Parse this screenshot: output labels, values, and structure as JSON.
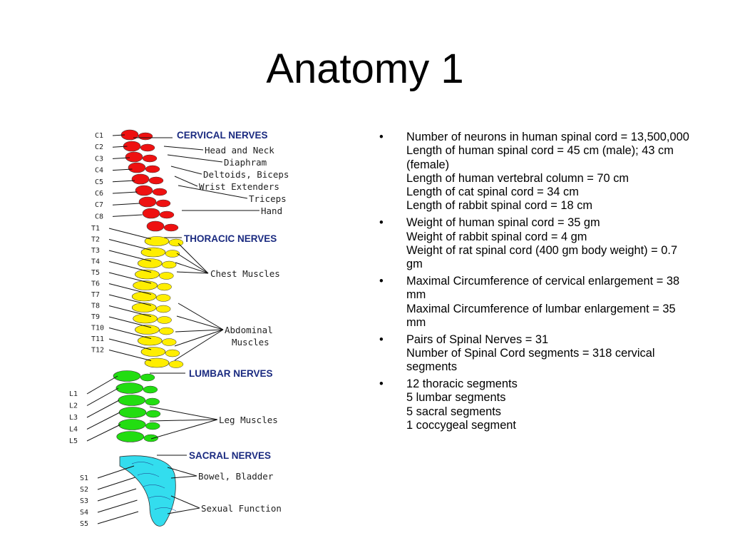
{
  "slide": {
    "title": "Anatomy 1"
  },
  "diagram": {
    "sections": [
      {
        "label": "CERVICAL NERVES",
        "color": "#ee1111"
      },
      {
        "label": "THORACIC NERVES",
        "color": "#ffee00"
      },
      {
        "label": "LUMBAR NERVES",
        "color": "#22dd11"
      },
      {
        "label": "SACRAL NERVES",
        "color": "#33ddee"
      }
    ],
    "cervical_segments": [
      "C1",
      "C2",
      "C3",
      "C4",
      "C5",
      "C6",
      "C7",
      "C8"
    ],
    "thoracic_segments": [
      "T1",
      "T2",
      "T3",
      "T4",
      "T5",
      "T6",
      "T7",
      "T8",
      "T9",
      "T10",
      "T11",
      "T12"
    ],
    "lumbar_segments": [
      "L1",
      "L2",
      "L3",
      "L4",
      "L5"
    ],
    "sacral_segments": [
      "S1",
      "S2",
      "S3",
      "S4",
      "S5"
    ],
    "functions": {
      "head_neck": "Head and Neck",
      "diaphram": "Diaphram",
      "deltoids": "Deltoids, Biceps",
      "wrist": "Wrist Extenders",
      "triceps": "Triceps",
      "hand": "Hand",
      "chest": "Chest Muscles",
      "abdominal_1": "Abdominal",
      "abdominal_2": "Muscles",
      "leg": "Leg Muscles",
      "bowel": "Bowel,  Bladder",
      "sexual": "Sexual Function"
    }
  },
  "bullets": [
    {
      "lines": [
        "Number of neurons in human spinal cord = 13,500,000",
        "Length of human spinal cord = 45 cm (male); 43 cm (female)",
        "Length of human vertebral column = 70 cm",
        "Length of cat spinal cord = 34 cm",
        "Length of rabbit spinal cord = 18 cm"
      ]
    },
    {
      "lines": [
        "Weight of human spinal cord = 35 gm",
        "Weight of rabbit spinal cord = 4 gm",
        "Weight of rat spinal cord (400 gm body weight) = 0.7 gm"
      ]
    },
    {
      "lines": [
        "Maximal Circumference of cervical enlargement = 38 mm",
        "Maximal Circumference of lumbar enlargement = 35 mm"
      ]
    },
    {
      "lines": [
        "Pairs of Spinal Nerves = 31",
        "Number of Spinal Cord segments = 318 cervical segments"
      ]
    },
    {
      "lines": [
        "12 thoracic segments",
        "5 lumbar segments",
        "5 sacral segments",
        "1 coccygeal segment"
      ]
    }
  ]
}
